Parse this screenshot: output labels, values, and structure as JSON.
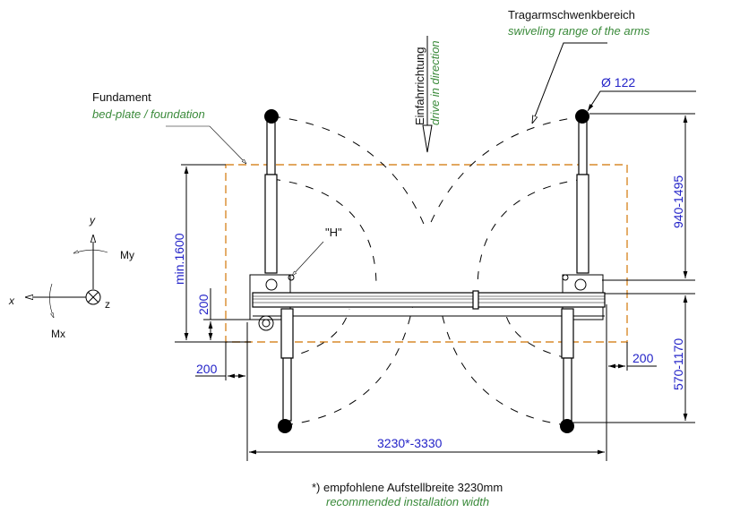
{
  "labels": {
    "swivel_de": "Tragarmschwenkbereich",
    "swivel_en": "swiveling range of the arms",
    "foundation_de": "Fundament",
    "foundation_en": "bed-plate / foundation",
    "drive_de": "Einfahrrichtung",
    "drive_en": "drive in direction",
    "h_marker": "\"H\"",
    "footnote_de": "*) empfohlene Aufstellbreite 3230mm",
    "footnote_en": "recommended installation width"
  },
  "dimensions": {
    "pad_diameter": "Ø 122",
    "arm_reach_front": "940-1495",
    "arm_reach_rear": "570-1170",
    "foundation_depth": "min.1600",
    "offset_vertical": "200",
    "offset_left": "200",
    "offset_right": "200",
    "overall_width": "3230*-3330"
  },
  "axes": {
    "x": "x",
    "y": "y",
    "z": "z",
    "moment_x": "Mx",
    "moment_y": "My"
  },
  "colors": {
    "dimension_text": "#2323c8",
    "english_text": "#3a8a3a",
    "foundation_outline": "#d98a2b"
  }
}
